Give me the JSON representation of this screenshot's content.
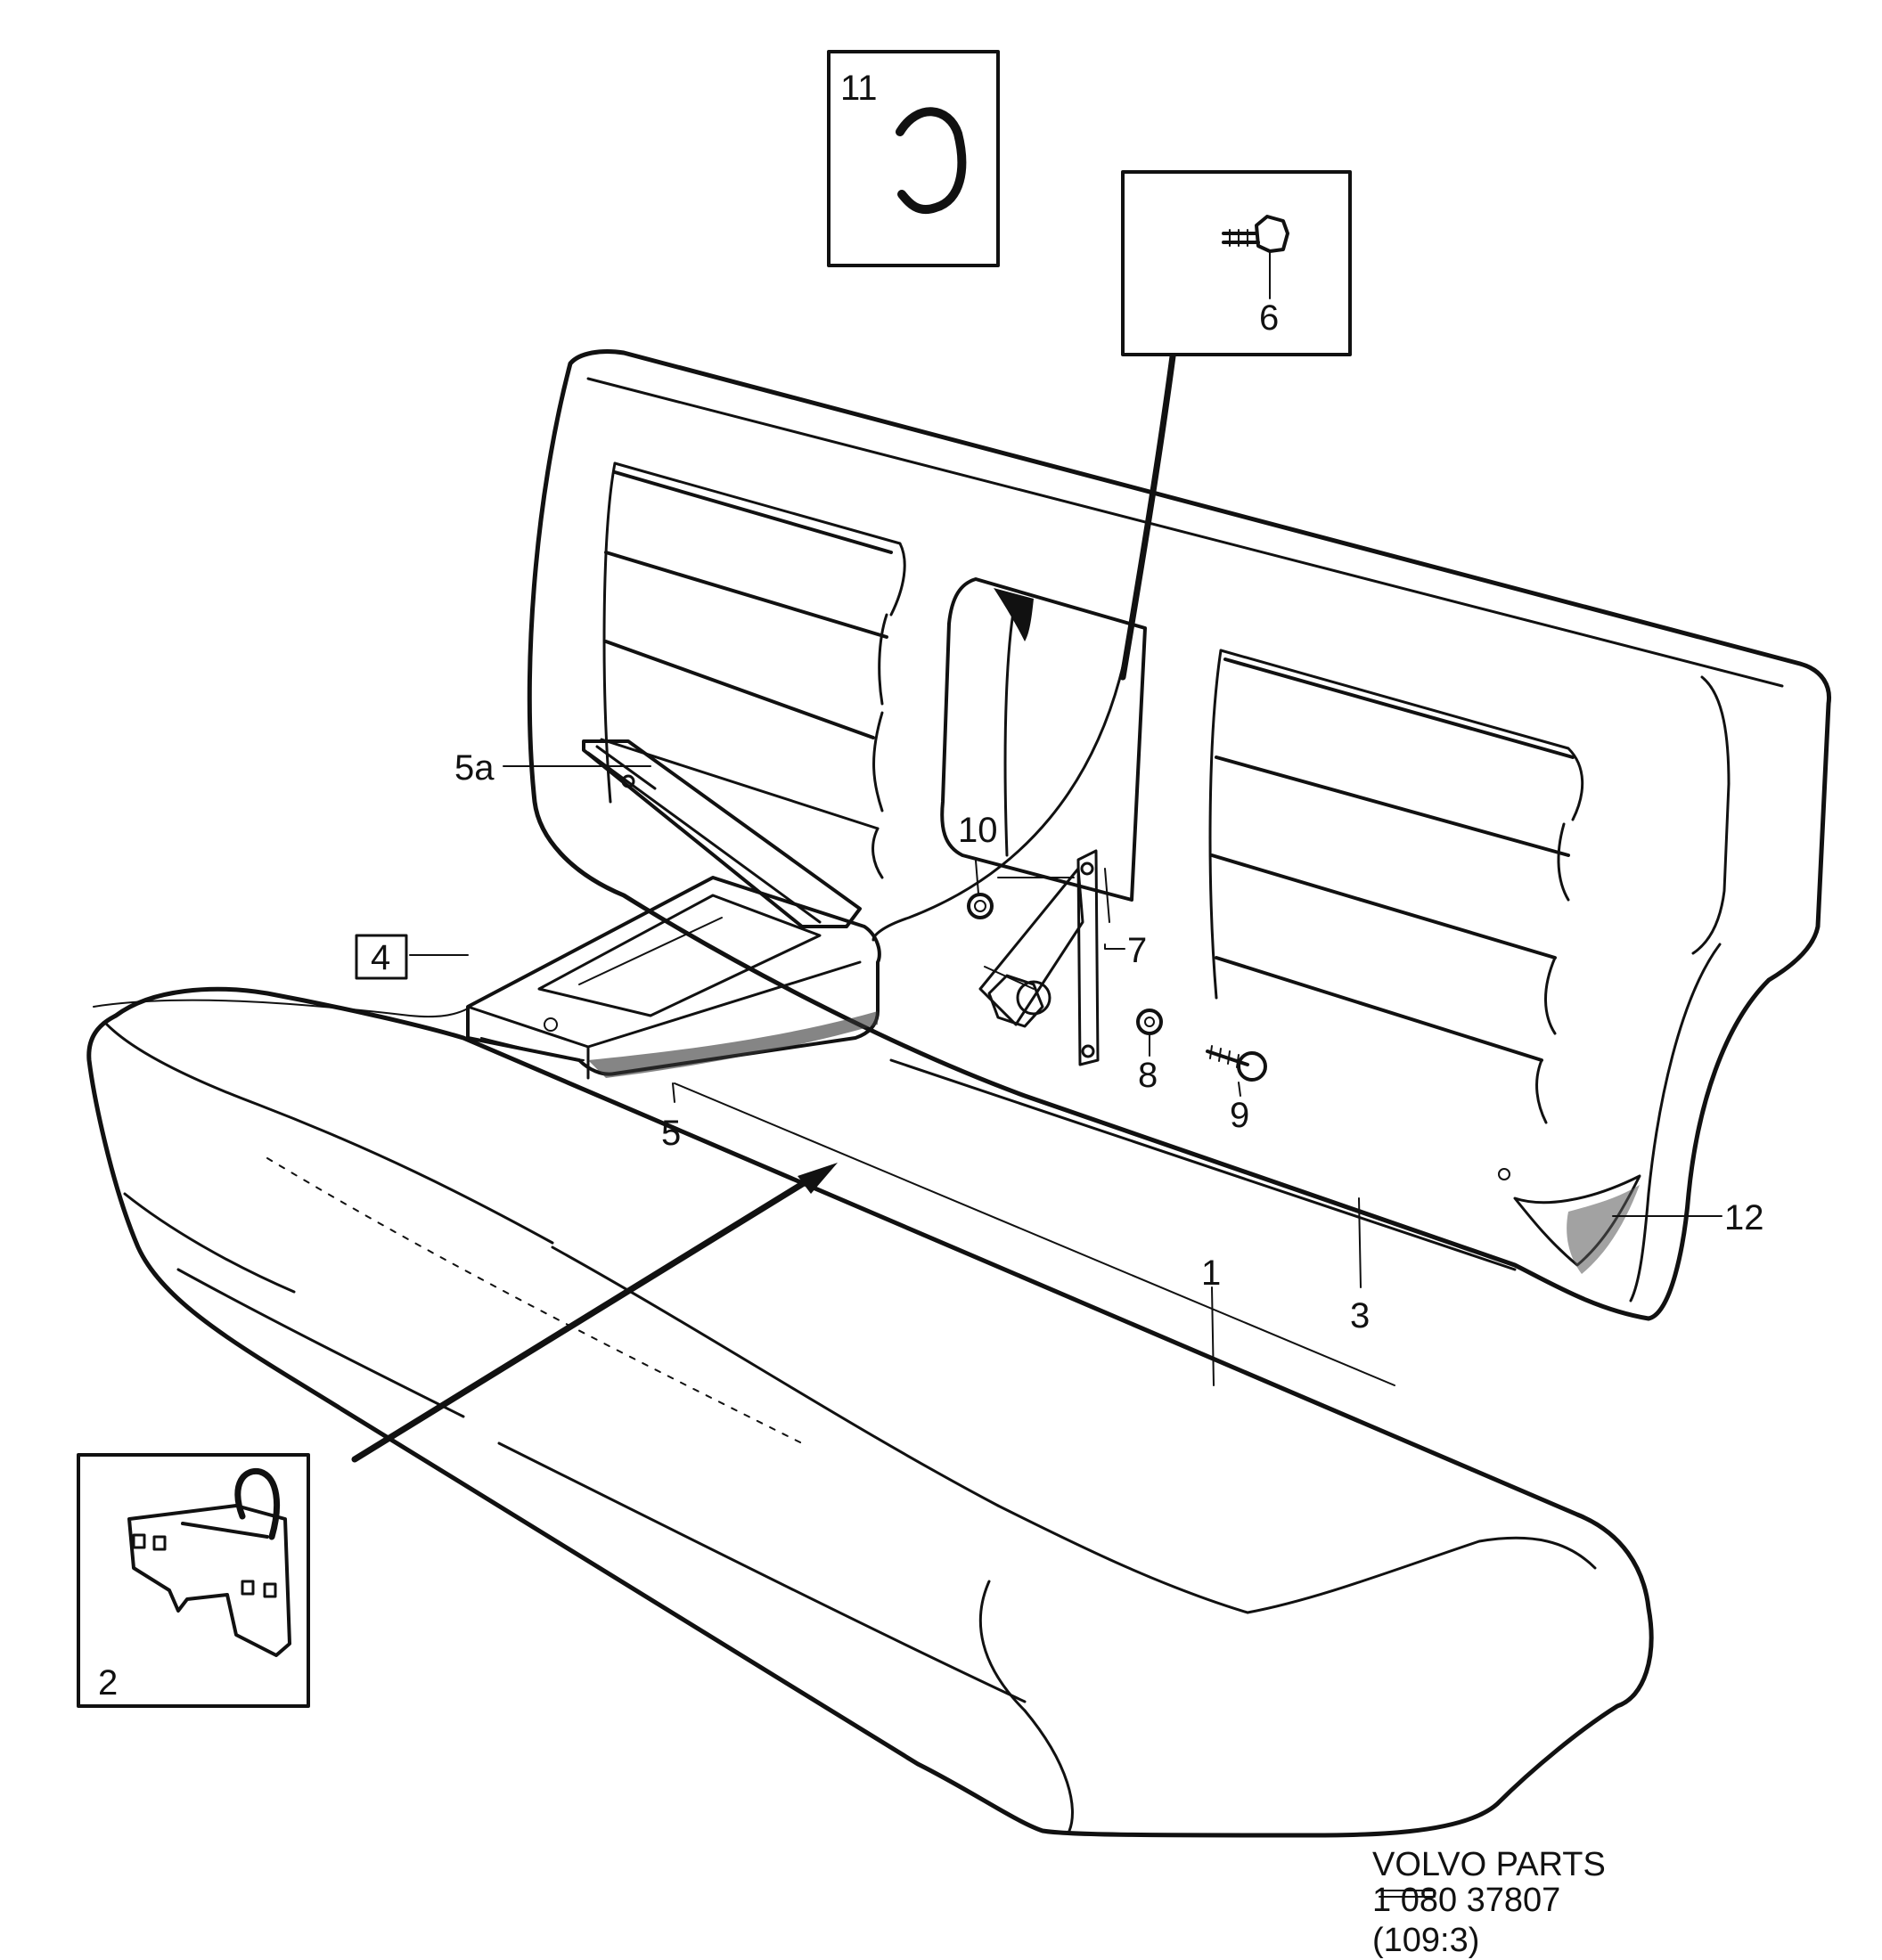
{
  "callouts": {
    "c1": "1",
    "c2": "2",
    "c3": "3",
    "c4": "4",
    "c5": "5",
    "c5a": "5a",
    "c6": "6",
    "c7": "7",
    "c8": "8",
    "c9": "9",
    "c10": "10",
    "c11": "11",
    "c12": "12"
  },
  "footer": {
    "line1": "VOLVO  PARTS",
    "line2": "1 080  37807",
    "line3": "(109:3)"
  },
  "colors": {
    "ink": "#111111",
    "paper": "#ffffff"
  }
}
